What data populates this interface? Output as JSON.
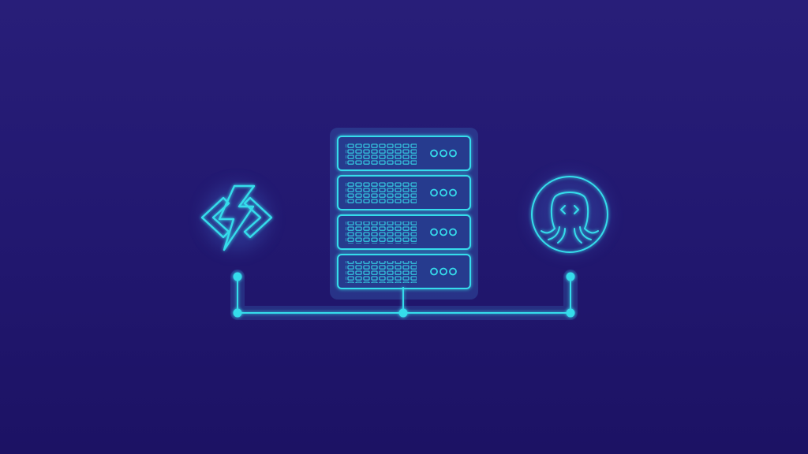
{
  "diagram": {
    "nodes": [
      {
        "id": "functions",
        "icon": "lightning-code-icon"
      },
      {
        "id": "server",
        "icon": "server-rack-icon",
        "units": 4
      },
      {
        "id": "octopus",
        "icon": "octopus-code-icon"
      }
    ],
    "edges": [
      {
        "from": "functions",
        "to": "server"
      },
      {
        "from": "server",
        "to": "octopus"
      }
    ]
  },
  "colors": {
    "background_top": "#281e79",
    "background_bottom": "#1c1264",
    "accent": "#35dceb",
    "panel": "#2f4d9e",
    "unit_fill": "#283a8e"
  }
}
